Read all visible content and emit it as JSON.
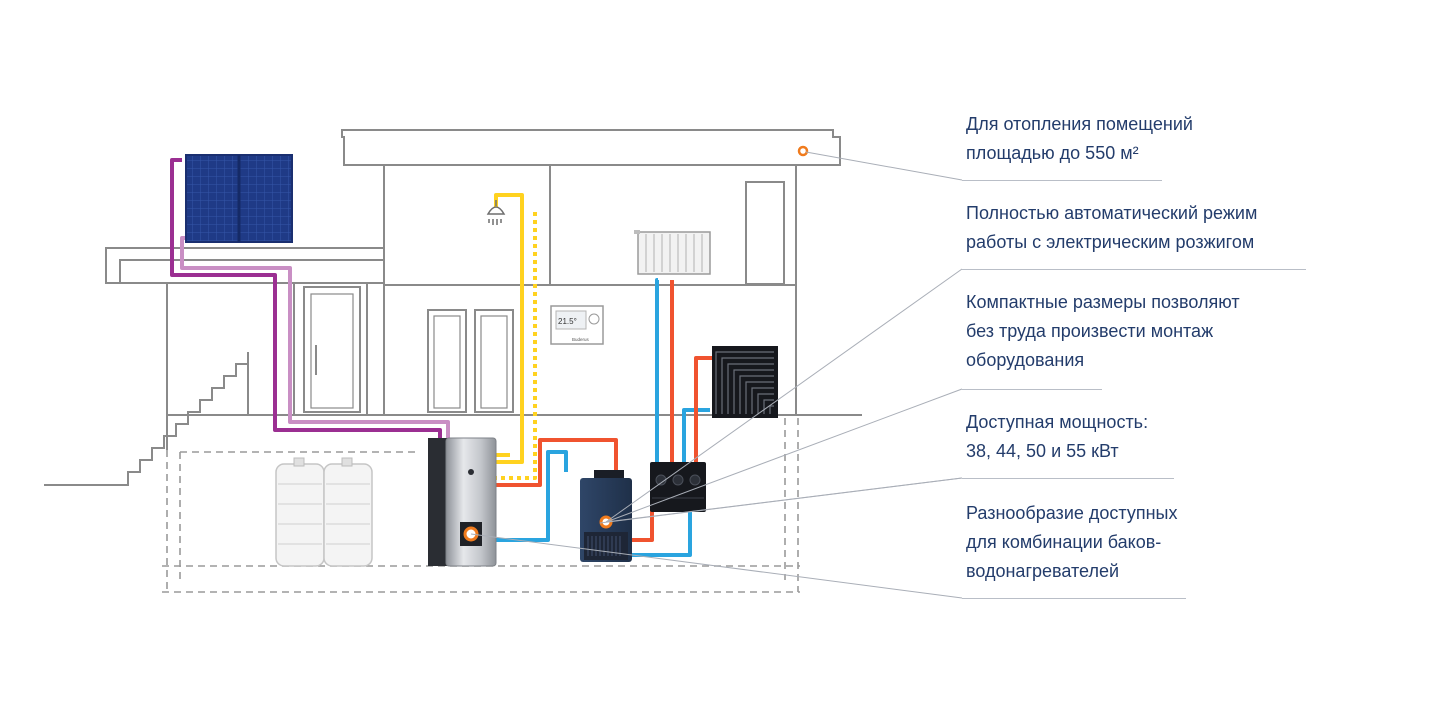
{
  "colors": {
    "outline": "#8a8a8a",
    "hot": "#f0532f",
    "cold": "#2aa4df",
    "yellow": "#ffd21f",
    "purple": "#9b2f92",
    "lilac": "#c98fc4",
    "solar": "#1f3a86",
    "dark": "#262a33",
    "boiler": "#2b3f5e",
    "orange": "#f07b1d",
    "text": "#233c6b",
    "leader": "#a9aeb7"
  },
  "features": [
    {
      "lines": [
        "Для отопления помещений",
        "площадью до 550 м²"
      ]
    },
    {
      "lines": [
        "Полностью автоматический режим",
        "работы с электрическим розжигом"
      ]
    },
    {
      "lines": [
        "Компактные размеры позволяют",
        "без труда произвести монтаж",
        "оборудования"
      ]
    },
    {
      "lines": [
        "Доступная мощность:",
        "38, 44, 50 и 55 кВт"
      ]
    },
    {
      "lines": [
        "Разнообразие доступных",
        "для комбинации баков-",
        "водонагревателей"
      ]
    }
  ],
  "thermostat": {
    "display": "21.5°",
    "brand": "Buderus"
  },
  "icons": [
    "solar-collector-icon",
    "shower-icon",
    "radiator-icon",
    "thermostat-icon",
    "heat-exchanger-panel-icon",
    "storage-tank-icon",
    "boiler-icon",
    "pump-group-icon",
    "oil-tank-icon"
  ]
}
